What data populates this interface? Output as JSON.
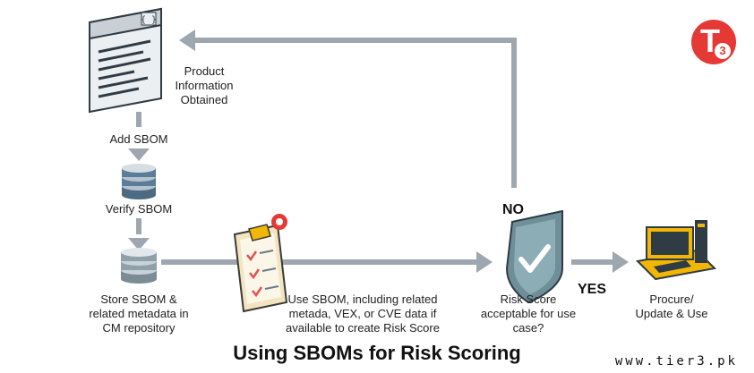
{
  "title": "Using SBOMs for Risk Scoring",
  "website": "www.tier3.pk",
  "logo": {
    "letter": "T",
    "number": "3"
  },
  "nodes": {
    "product_info": "Product\nInformation\nObtained",
    "add_sbom": "Add SBOM",
    "verify_sbom": "Verify SBOM",
    "store_sbom": "Store SBOM &\nrelated metadata in\nCM repository",
    "use_sbom": "Use SBOM, including related\nmetada, VEX, or CVE data if\navailable to create Risk Score",
    "risk_score": "Risk Score\nacceptable for use\ncase?",
    "procure": "Procure/\nUpdate & Use"
  },
  "decisions": {
    "no": "NO",
    "yes": "YES"
  },
  "document_icon_text": "{ }",
  "colors": {
    "arrow": "#9ea7b0",
    "logo": "#e53935",
    "database": "#5b7d99",
    "shield": "#6f8f98",
    "monitor": "#f2b705"
  }
}
